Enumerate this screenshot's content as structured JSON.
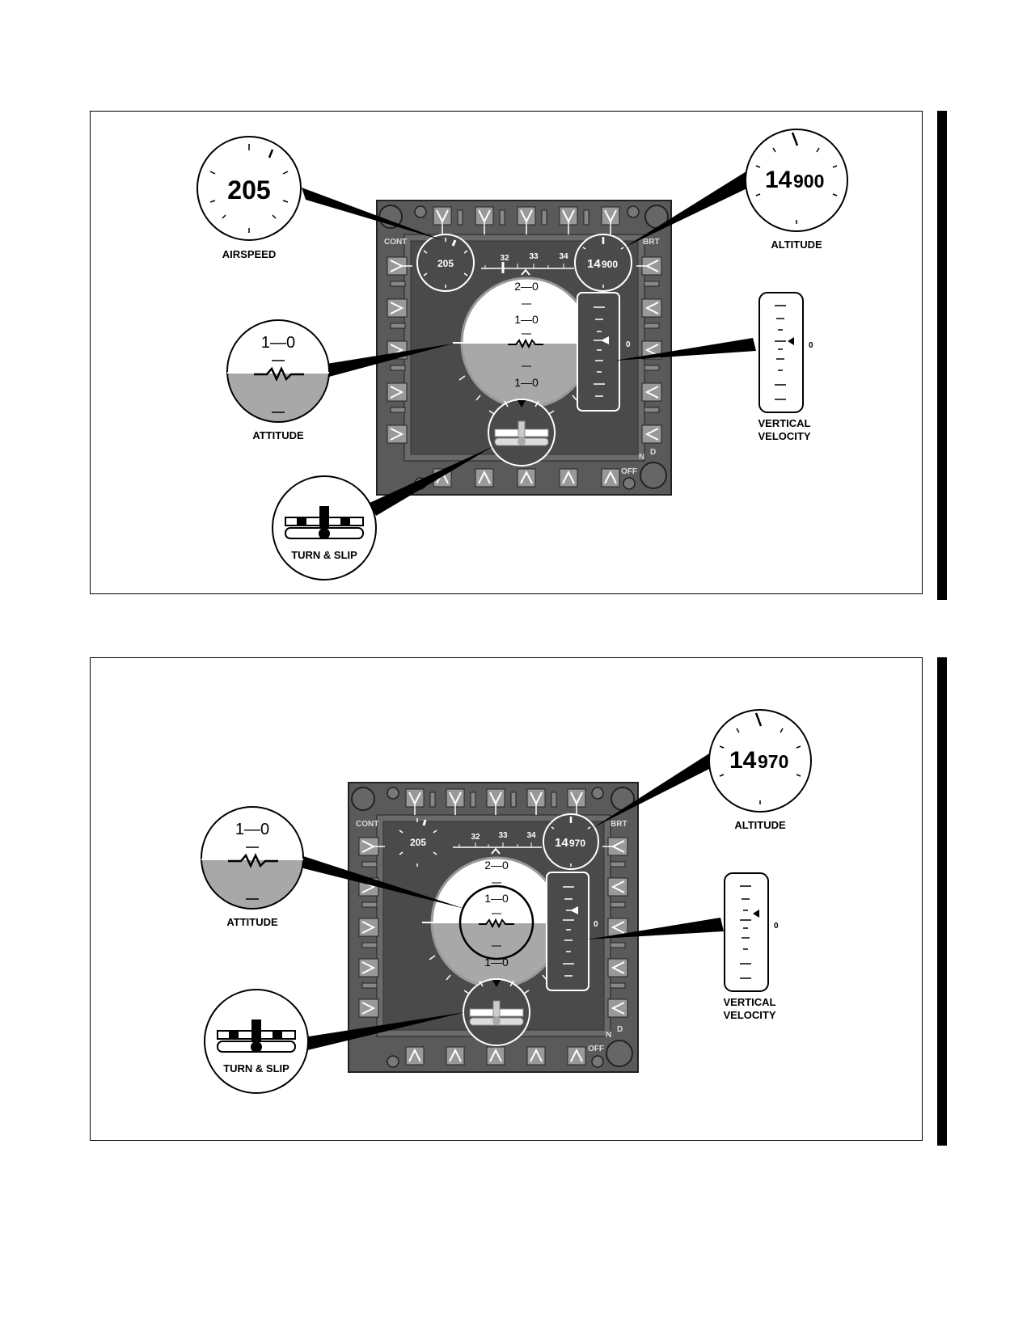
{
  "figures": [
    {
      "callouts": {
        "airspeed_value": "205",
        "airspeed_label": "AIRSPEED",
        "altitude_value_major": "14",
        "altitude_value_minor": "900",
        "altitude_label": "ALTITUDE",
        "attitude_pitch": "1—0",
        "attitude_label": "ATTITUDE",
        "vv_zero": "0",
        "vv_label_line1": "VERTICAL",
        "vv_label_line2": "VELOCITY",
        "turn_label": "TURN & SLIP"
      },
      "display": {
        "cont_label": "CONT",
        "brt_label": "BRT",
        "off_label": "OFF",
        "n_label": "N",
        "d_label": "D",
        "airspeed_value": "205",
        "altitude_major": "14",
        "altitude_minor": "900",
        "heading_ticks": [
          "32",
          "33",
          "34"
        ],
        "pitch_top": "2—0",
        "pitch_mid": "1—0",
        "pitch_bottom": "1—0",
        "vv_zero": "0"
      }
    },
    {
      "callouts": {
        "altitude_value_major": "14",
        "altitude_value_minor": "970",
        "altitude_label": "ALTITUDE",
        "attitude_pitch": "1—0",
        "attitude_label": "ATTITUDE",
        "vv_zero": "0",
        "vv_label_line1": "VERTICAL",
        "vv_label_line2": "VELOCITY",
        "turn_label": "TURN & SLIP"
      },
      "display": {
        "cont_label": "CONT",
        "brt_label": "BRT",
        "off_label": "OFF",
        "n_label": "N",
        "d_label": "D",
        "airspeed_value": "205",
        "altitude_major": "14",
        "altitude_minor": "970",
        "heading_ticks": [
          "32",
          "33",
          "34"
        ],
        "pitch_top": "2—0",
        "pitch_mid": "1—0",
        "pitch_bottom": "1—0",
        "vv_zero": "0"
      }
    }
  ],
  "colors": {
    "bezel": "#5a5a5a",
    "screen": "#4a4a4a",
    "ground": "#a8a8a8",
    "sky": "#ffffff"
  }
}
